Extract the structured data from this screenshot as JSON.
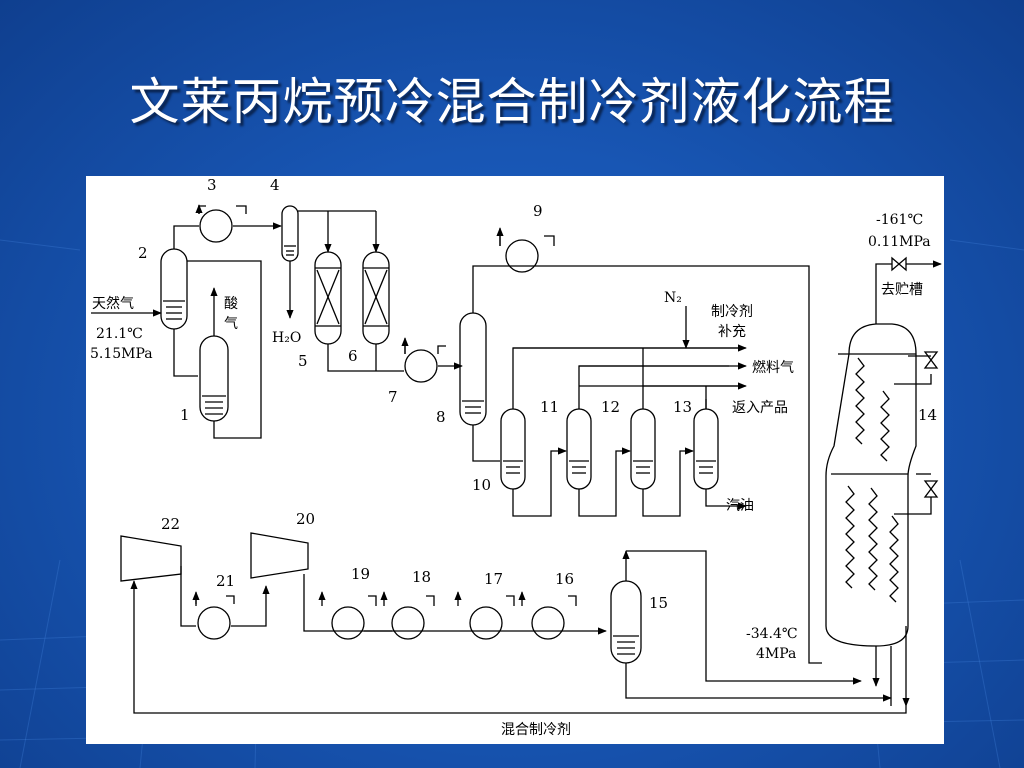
{
  "slide": {
    "title": "文莱丙烷预冷混合制冷剂液化流程"
  },
  "diagram": {
    "feed_label": "天然气",
    "feed_temp": "21.1℃",
    "feed_pressure": "5.15MPa",
    "acid_gas_label_1": "酸",
    "acid_gas_label_2": "气",
    "water_label": "H₂O",
    "nitrogen_label": "N₂",
    "refrigerant_makeup_1": "制冷剂",
    "refrigerant_makeup_2": "补充",
    "fuel_gas_label": "燃料气",
    "return_product_label": "返入产品",
    "gasoline_label": "汽油",
    "product_temp": "-161℃",
    "product_pressure": "0.11MPa",
    "storage_label": "去贮槽",
    "mr_temp": "-34.4℃",
    "mr_pressure": "4MPa",
    "mixed_refrigerant_label": "混合制冷剂",
    "equipment_numbers": [
      "1",
      "2",
      "3",
      "4",
      "5",
      "6",
      "7",
      "8",
      "9",
      "10",
      "11",
      "12",
      "13",
      "14",
      "15",
      "16",
      "17",
      "18",
      "19",
      "20",
      "21",
      "22"
    ]
  }
}
